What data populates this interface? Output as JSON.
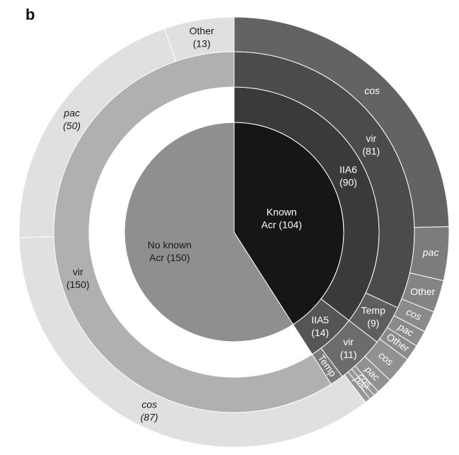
{
  "chart_data": {
    "type": "sunburst",
    "panel_label": "b",
    "rings": [
      {
        "level": "core",
        "segments": [
          {
            "label": "No known\nAcr (150)",
            "name": "No known Acr",
            "value": 150,
            "color": "#8f8f8f",
            "text_color": "#1a1a1a",
            "italic": false
          },
          {
            "label": "Known\nAcr (104)",
            "name": "Known Acr",
            "value": 104,
            "color": "#161616",
            "text_color": "#ffffff",
            "italic": false
          }
        ]
      },
      {
        "level": "family",
        "segments": [
          {
            "label": "",
            "name": "no family",
            "value": 150,
            "color": "#ffffff",
            "text_color": "#000000",
            "italic": false
          },
          {
            "label": "IIA6\n(90)",
            "name": "IIA6",
            "value": 90,
            "color": "#3a3a3a",
            "text_color": "#ffffff",
            "italic": false
          },
          {
            "label": "IIA5\n(14)",
            "name": "IIA5",
            "value": 14,
            "color": "#555555",
            "text_color": "#ffffff",
            "italic": false
          }
        ]
      },
      {
        "level": "phage type",
        "segments": [
          {
            "label": "vir\n(150)",
            "name": "vir",
            "value": 150,
            "color": "#b0b0b0",
            "text_color": "#1a1a1a",
            "italic": false
          },
          {
            "label": "vir\n(81)",
            "name": "vir",
            "value": 81,
            "color": "#4b4b4b",
            "text_color": "#ffffff",
            "italic": false
          },
          {
            "label": "Temp\n(9)",
            "name": "Temp",
            "value": 9,
            "color": "#5e5e5e",
            "text_color": "#ffffff",
            "italic": false
          },
          {
            "label": "vir\n(11)",
            "name": "vir",
            "value": 11,
            "color": "#6c6c6c",
            "text_color": "#ffffff",
            "italic": false
          },
          {
            "label": "Temp",
            "name": "Temp",
            "value": 3,
            "color": "#7a7a7a",
            "text_color": "#ffffff",
            "italic": false
          }
        ]
      },
      {
        "level": "clade",
        "segments": [
          {
            "label": "cos\n(87)",
            "name": "cos",
            "value": 87,
            "color": "#e0e0e0",
            "text_color": "#1a1a1a",
            "italic": true
          },
          {
            "label": "pac\n(50)",
            "name": "pac",
            "value": 50,
            "color": "#e0e0e0",
            "text_color": "#1a1a1a",
            "italic": true
          },
          {
            "label": "Other\n(13)",
            "name": "Other",
            "value": 13,
            "color": "#e0e0e0",
            "text_color": "#1a1a1a",
            "italic": false
          },
          {
            "label": "cos",
            "name": "cos",
            "value": 61,
            "color": "#636363",
            "text_color": "#ffffff",
            "italic": true
          },
          {
            "label": "pac",
            "name": "pac",
            "value": 10,
            "color": "#7c7c7c",
            "text_color": "#ffffff",
            "italic": true
          },
          {
            "label": "Other",
            "name": "Other",
            "value": 6,
            "color": "#848484",
            "text_color": "#ffffff",
            "italic": false
          },
          {
            "label": "cos",
            "name": "cos",
            "value": 4,
            "color": "#8b8b8b",
            "text_color": "#ffffff",
            "italic": true
          },
          {
            "label": "pac",
            "name": "pac",
            "value": 3,
            "color": "#8b8b8b",
            "text_color": "#ffffff",
            "italic": true
          },
          {
            "label": "Other",
            "name": "Other",
            "value": 3,
            "color": "#8b8b8b",
            "text_color": "#ffffff",
            "italic": false
          },
          {
            "label": "cos",
            "name": "cos",
            "value": 5,
            "color": "#919191",
            "text_color": "#ffffff",
            "italic": true
          },
          {
            "label": "pac",
            "name": "pac",
            "value": 3,
            "color": "#919191",
            "text_color": "#ffffff",
            "italic": true
          },
          {
            "label": "cos",
            "name": "cos",
            "value": 1,
            "color": "#969696",
            "text_color": "#ffffff",
            "italic": true
          },
          {
            "label": "pac",
            "name": "pac",
            "value": 1,
            "color": "#969696",
            "text_color": "#ffffff",
            "italic": true
          },
          {
            "label": "",
            "name": "",
            "value": 1,
            "color": "#969696",
            "text_color": "#ffffff",
            "italic": false
          }
        ]
      }
    ]
  }
}
